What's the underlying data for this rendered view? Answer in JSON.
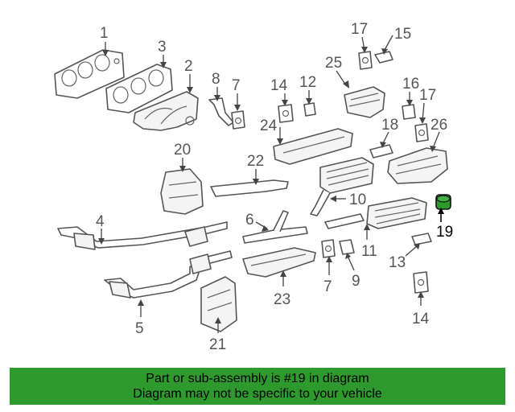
{
  "diagram": {
    "callouts": [
      "1",
      "2",
      "3",
      "4",
      "5",
      "6",
      "7",
      "7",
      "8",
      "9",
      "10",
      "11",
      "12",
      "13",
      "14",
      "14",
      "15",
      "16",
      "17",
      "17",
      "18",
      "19",
      "20",
      "21",
      "22",
      "23",
      "24",
      "25",
      "26"
    ]
  },
  "highlight_part": "19",
  "highlight_color": "#2e9a2e",
  "banner": {
    "line1": "Part or sub-assembly is #19 in diagram",
    "line2": "Diagram may not be specific to your vehicle",
    "background": "#2e9a2e"
  }
}
